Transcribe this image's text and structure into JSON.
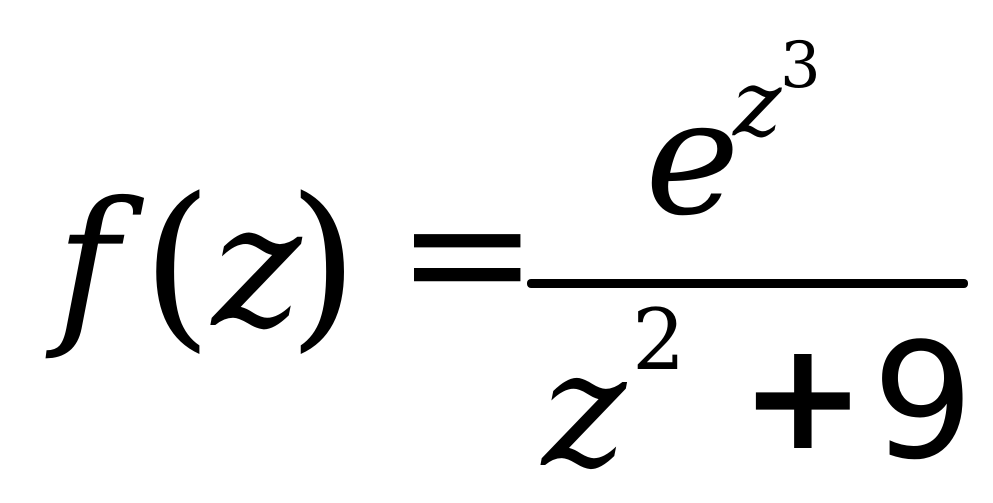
{
  "formula": {
    "lhs": {
      "function_name": "f",
      "open_paren": "(",
      "variable": "z",
      "close_paren": ")"
    },
    "equals": "=",
    "numerator": {
      "base": "e",
      "exponent_base": "z",
      "exponent_power": "3"
    },
    "denominator": {
      "base": "z",
      "power": "2",
      "operator": "+",
      "constant": "9"
    }
  }
}
